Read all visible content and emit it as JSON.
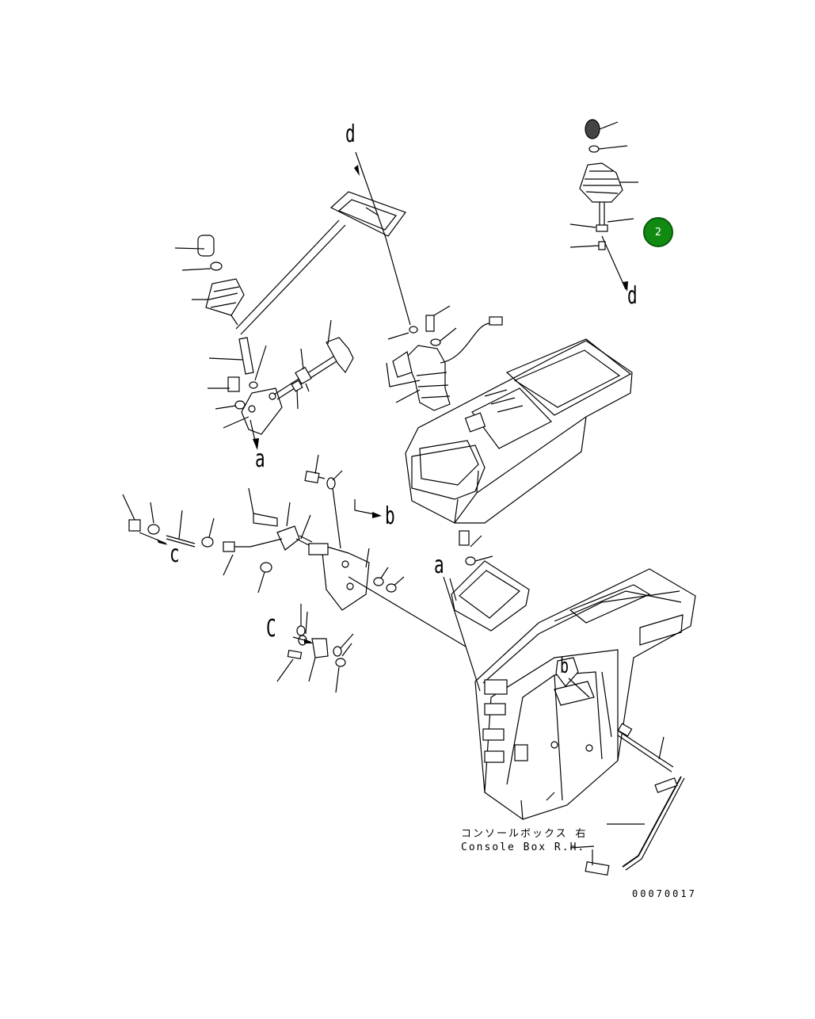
{
  "refs": {
    "d_top": "d",
    "d_right": "d",
    "a_left": "a",
    "a_right": "a",
    "b_mid": "b",
    "b_box": "b",
    "c_top": "c",
    "c_bottom": "C"
  },
  "badge": {
    "number": "2",
    "color": "#118a11"
  },
  "caption": {
    "line1": "コンソールボックス 右",
    "line2": "Console Box R.H."
  },
  "document_number": "00070017"
}
